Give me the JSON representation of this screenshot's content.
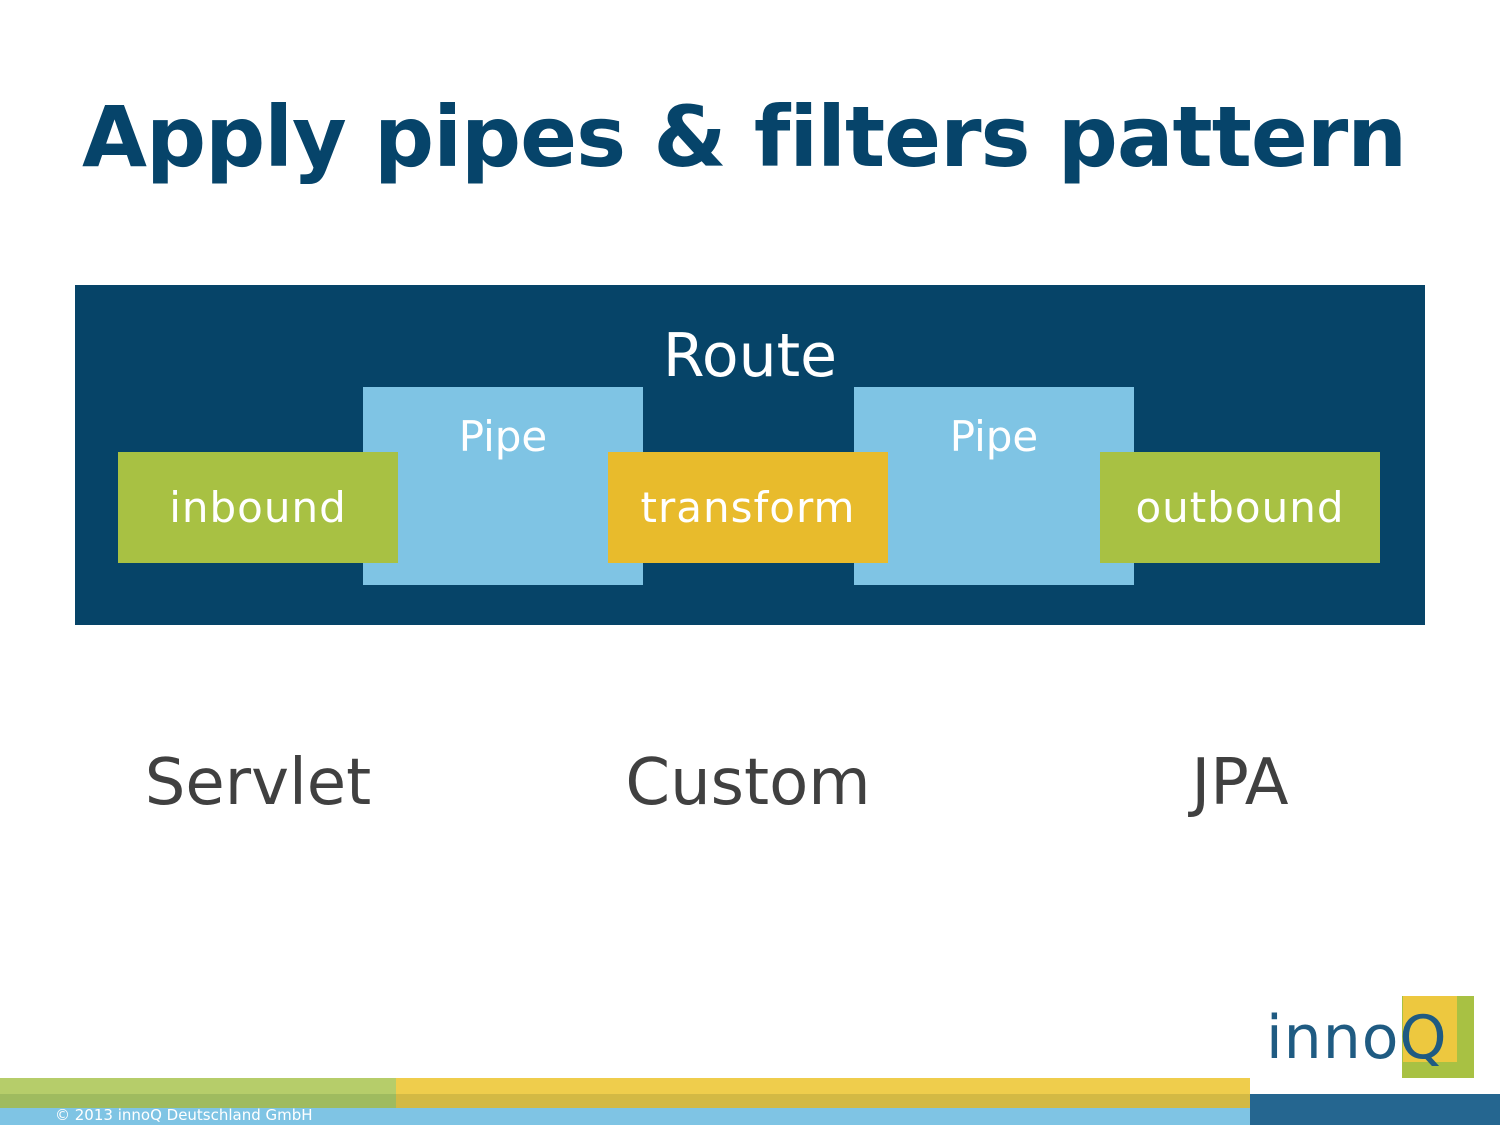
{
  "slide": {
    "title": "Apply pipes & filters pattern"
  },
  "diagram": {
    "route_label": "Route",
    "pipes": [
      {
        "label": "Pipe"
      },
      {
        "label": "Pipe"
      }
    ],
    "filters": [
      {
        "label": "inbound",
        "color": "#a8c143"
      },
      {
        "label": "transform",
        "color": "#e8bb2c"
      },
      {
        "label": "outbound",
        "color": "#a8c143"
      }
    ],
    "route_color": "#064468",
    "pipe_color": "#7fc4e4"
  },
  "technologies": [
    {
      "label": "Servlet"
    },
    {
      "label": "Custom"
    },
    {
      "label": "JPA"
    }
  ],
  "logo": {
    "text": "innoQ"
  },
  "footer": {
    "copyright": "© 2013 innoQ Deutschland GmbH"
  },
  "colors": {
    "title": "#06446a",
    "accent_green": "#a8c143",
    "accent_yellow": "#e8bb2c",
    "accent_blue": "#7fc4e4"
  }
}
